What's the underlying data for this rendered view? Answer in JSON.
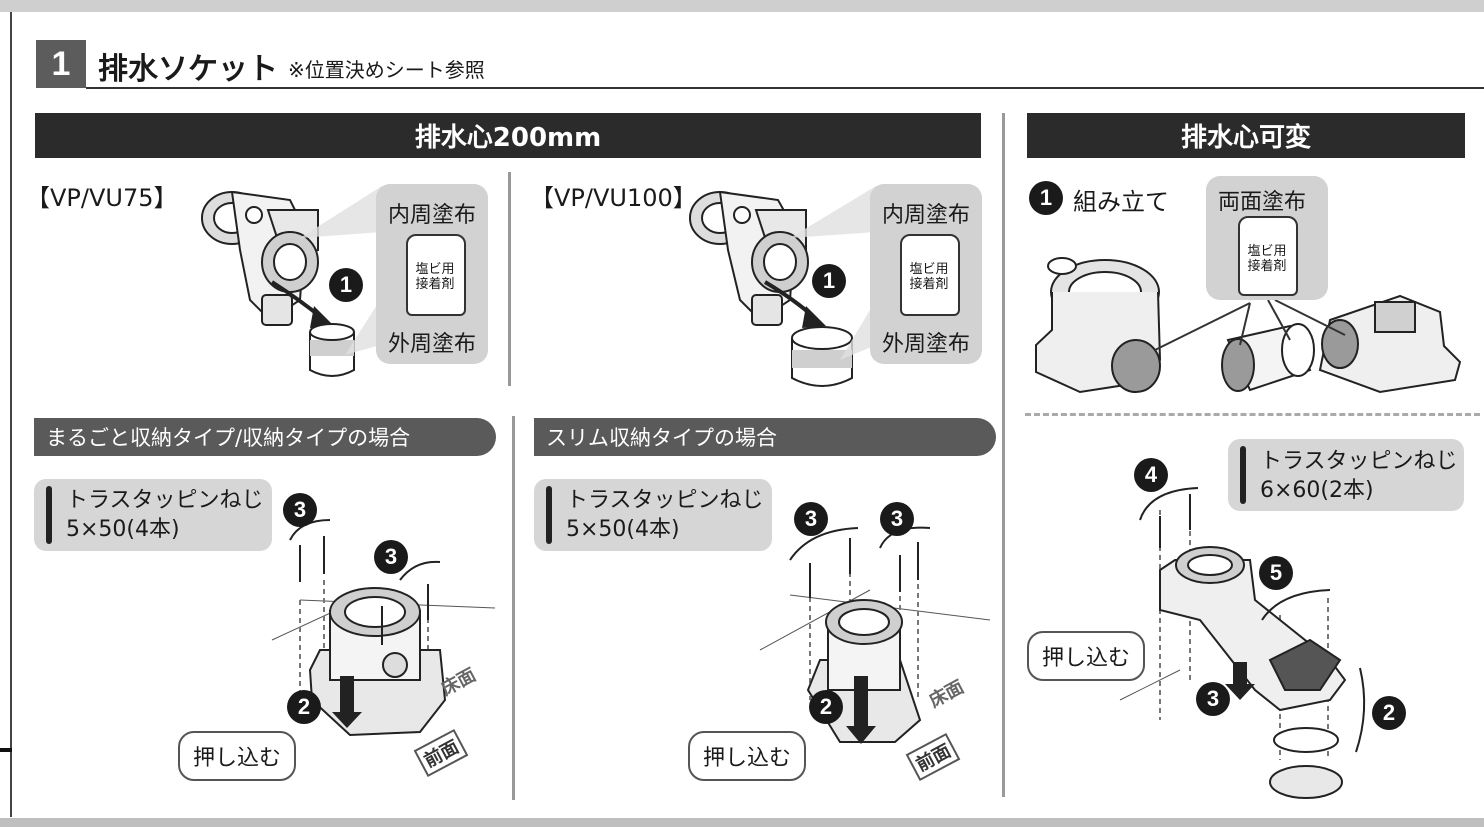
{
  "section": {
    "number": "1",
    "title": "排水ソケット",
    "note": "※位置決めシート参照"
  },
  "banners": {
    "center200": "排水心200mm",
    "variable": "排水心可変"
  },
  "pipe_labels": {
    "vp75": "【VP/VU75】",
    "vp100": "【VP/VU100】"
  },
  "glue": {
    "inner": "内周塗布",
    "outer": "外周塗布",
    "both": "両面塗布",
    "can_label_line1": "塩ビ用",
    "can_label_line2": "接着剤"
  },
  "steps": {
    "assemble_num": "1",
    "assemble_label": "組み立て",
    "s1": "1",
    "s2": "2",
    "s3": "3",
    "s4": "4",
    "s5": "5"
  },
  "type_pills": {
    "marugoto": "まるごと収納タイプ/収納タイプの場合",
    "slim": "スリム収納タイプの場合"
  },
  "screws": {
    "a": {
      "name": "トラスタッピンねじ",
      "spec": "5×50(4本)"
    },
    "b": {
      "name": "トラスタッピンねじ",
      "spec": "5×50(4本)"
    },
    "c": {
      "name": "トラスタッピンねじ",
      "spec": "6×60(2本)"
    }
  },
  "callouts": {
    "push": "押し込む"
  },
  "floor_labels": {
    "floor": "床面",
    "front": "前面"
  }
}
